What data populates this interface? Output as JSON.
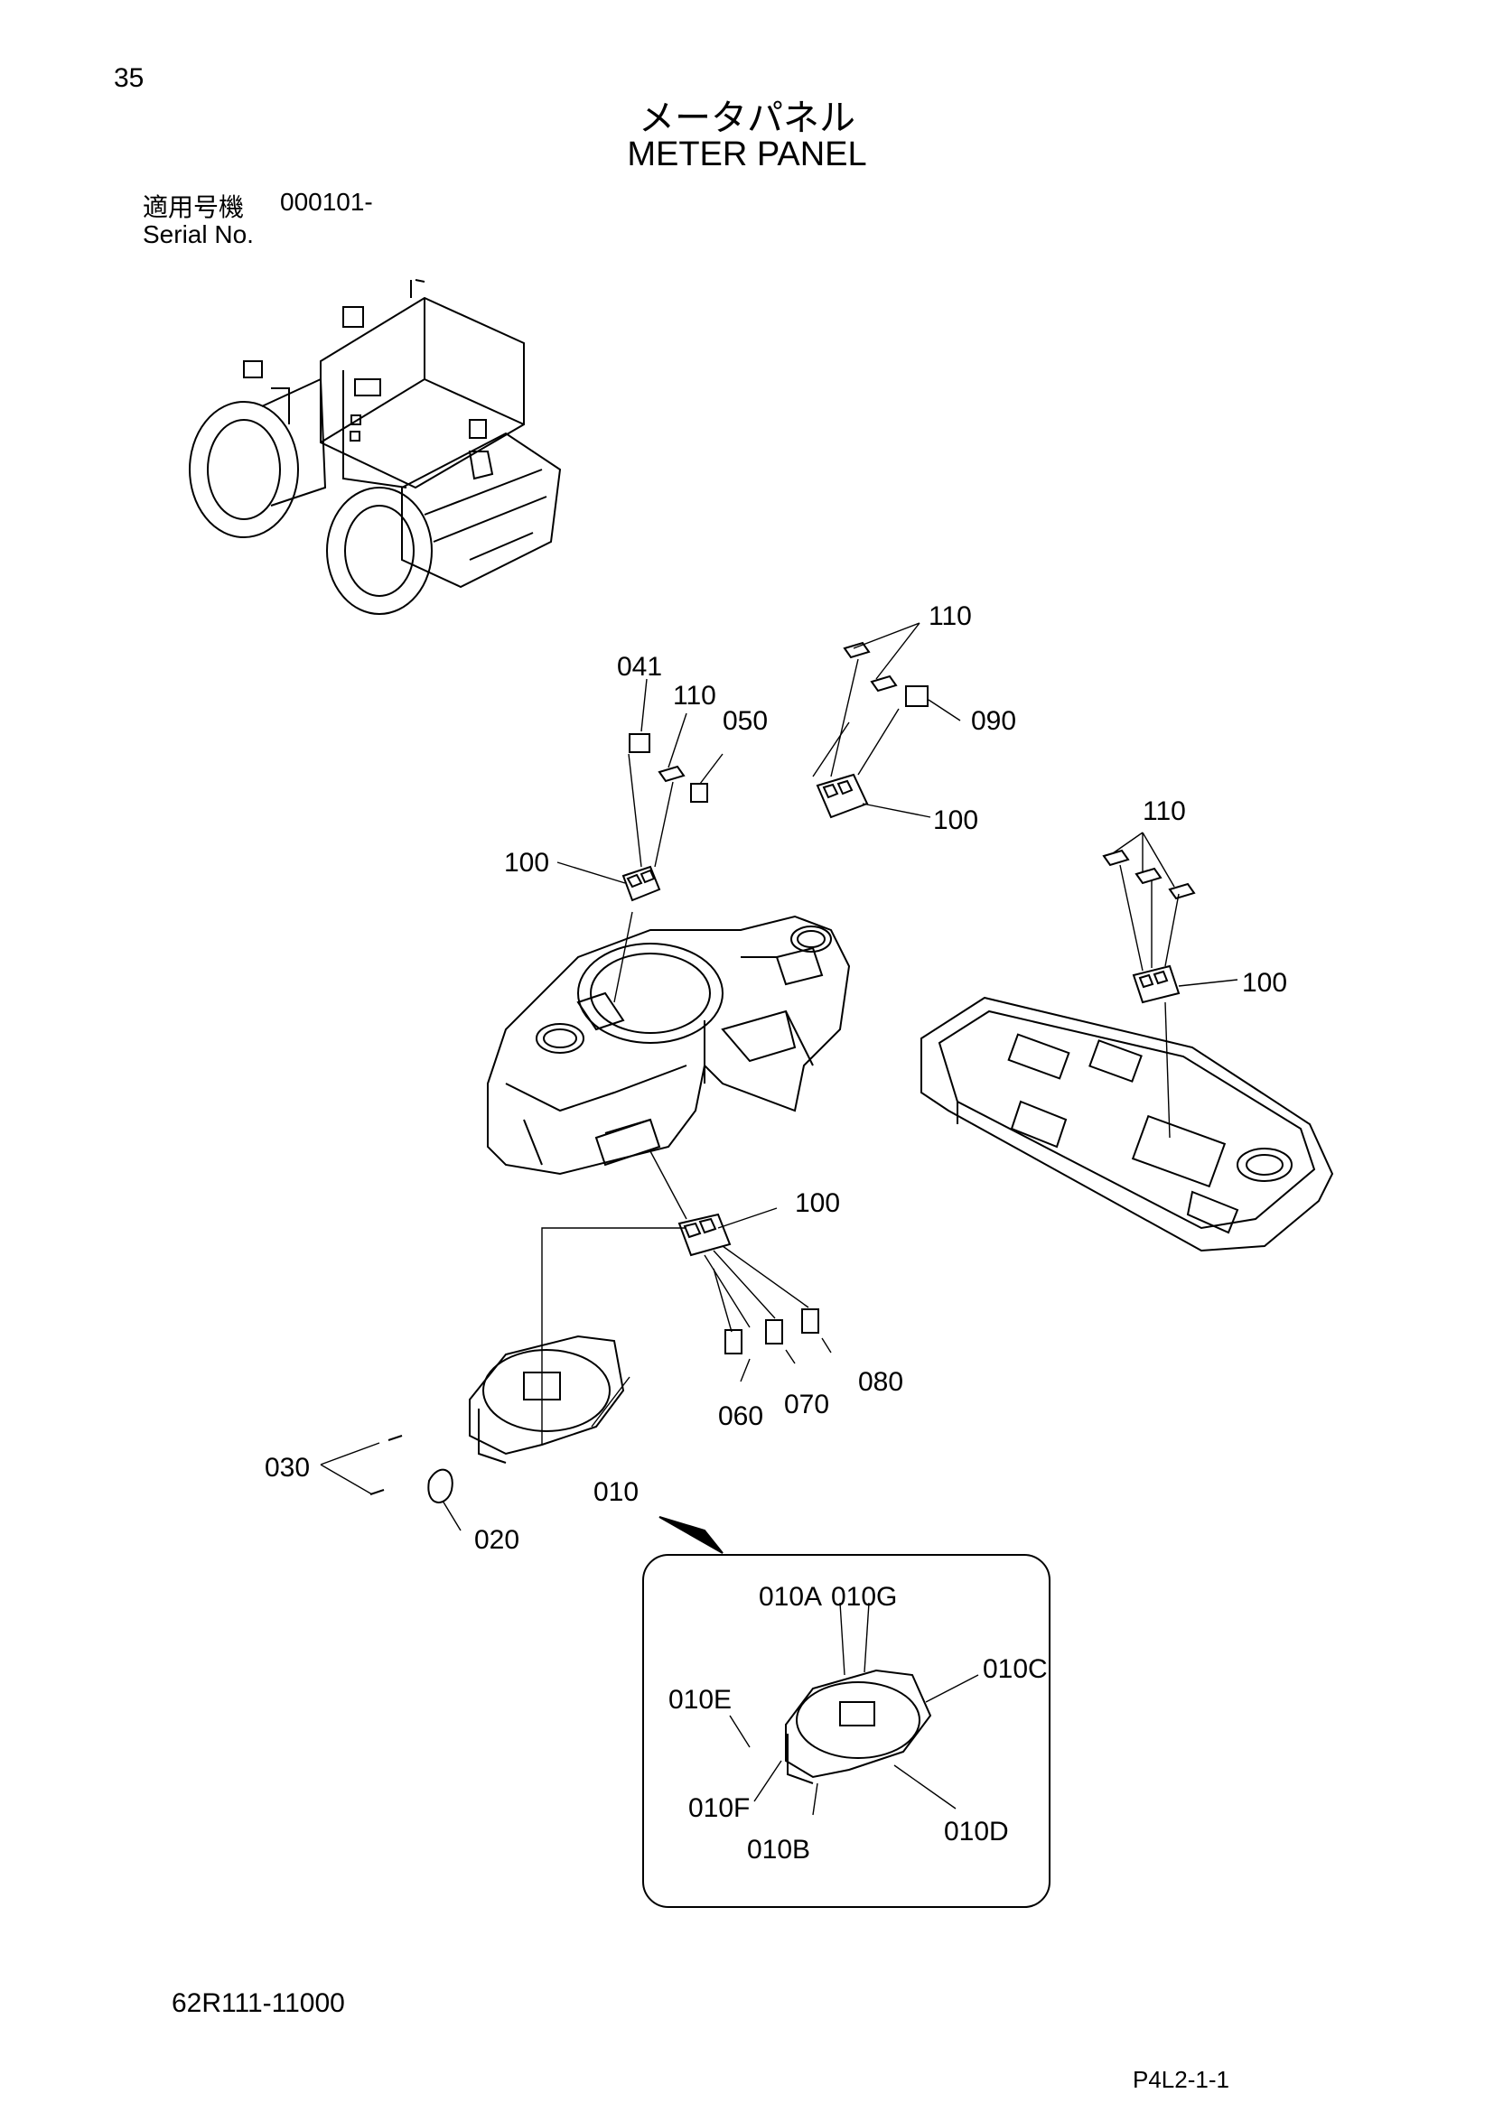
{
  "page": {
    "number": "35",
    "title_jp": "メータパネル",
    "title_en": "METER PANEL",
    "serial_label_jp": "適用号機",
    "serial_value": "000101-",
    "serial_label_en": "Serial No.",
    "footer_code": "62R111-11000",
    "page_ref": "P4L2-1-1"
  },
  "callouts": {
    "c041": "041",
    "c110_a": "110",
    "c050": "050",
    "c100_a": "100",
    "c110_b": "110",
    "c090": "090",
    "c100_b": "100",
    "c110_c": "110",
    "c100_c": "100",
    "c100_d": "100",
    "c060": "060",
    "c070": "070",
    "c080": "080",
    "c030": "030",
    "c010": "010",
    "c020": "020",
    "c010A": "010A",
    "c010G": "010G",
    "c010C": "010C",
    "c010E": "010E",
    "c010F": "010F",
    "c010B": "010B",
    "c010D": "010D"
  }
}
